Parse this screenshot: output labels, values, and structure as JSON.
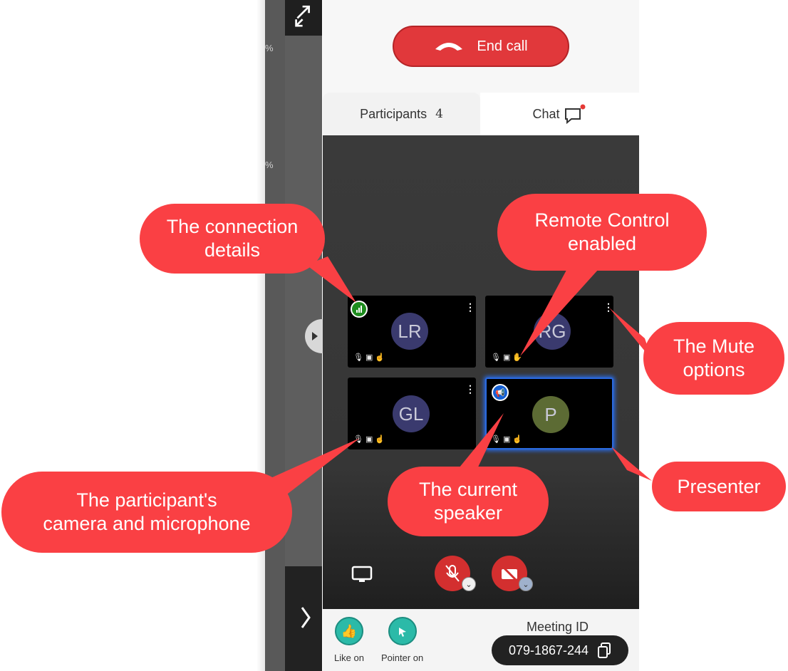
{
  "host": {
    "faint_top": "%",
    "faint_mid": "%"
  },
  "call": {
    "end_call_label": "End call"
  },
  "tabs": {
    "participants_label": "Participants",
    "participants_count": "4",
    "chat_label": "Chat"
  },
  "participants": [
    {
      "initials": "LR",
      "avatar_color": "#3a3a6e"
    },
    {
      "initials": "RG",
      "avatar_color": "#3a3a6e"
    },
    {
      "initials": "GL",
      "avatar_color": "#3a3a6e"
    },
    {
      "initials": "P",
      "avatar_color": "#5c6b34"
    }
  ],
  "bottom": {
    "like_label": "Like on",
    "pointer_label": "Pointer on",
    "meeting_id_label": "Meeting ID",
    "meeting_id_value": "079-1867-244"
  },
  "callouts": {
    "connection": "The connection\ndetails",
    "remote_control": "Remote Control\nenabled",
    "mute_options": "The Mute\noptions",
    "camera_mic": "The participant's\ncamera and microphone",
    "current_speaker": "The current\nspeaker",
    "presenter": "Presenter"
  },
  "colors": {
    "callout": "#fa4044",
    "end_call": "#e1383b",
    "accent_teal": "#2bbaa8",
    "speaker_glow": "#2a6ae0",
    "connection_good": "#1e8c1e"
  },
  "icons": [
    "expand-icon",
    "phone-hangup-icon",
    "chat-icon",
    "signal-icon",
    "kebab-icon",
    "mic-off-icon",
    "camera-off-icon",
    "hand-icon",
    "megaphone-icon",
    "screen-icon",
    "thumbs-up-icon",
    "pointer-icon",
    "copy-icon",
    "chevron-right-icon",
    "chevron-down-icon"
  ]
}
